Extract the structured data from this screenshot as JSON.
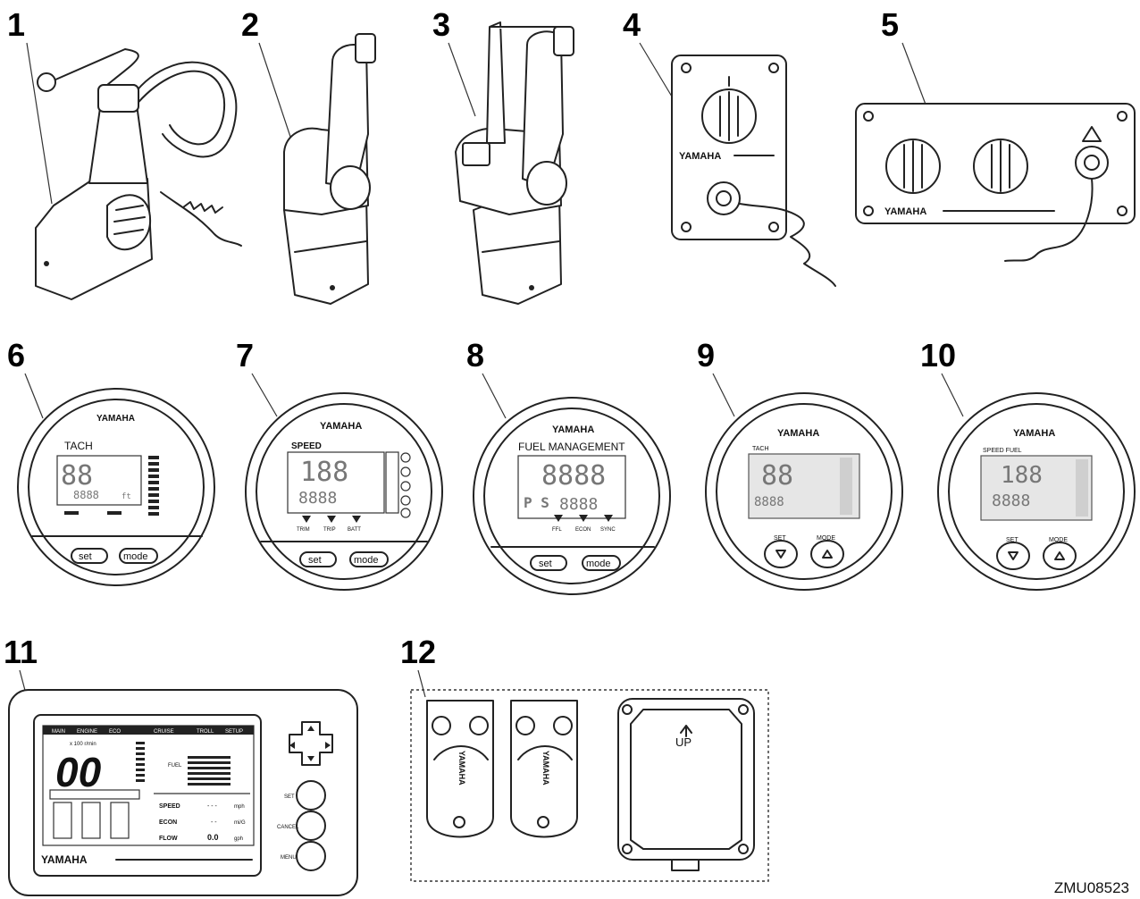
{
  "callouts": [
    "1",
    "2",
    "3",
    "4",
    "5",
    "6",
    "7",
    "8",
    "9",
    "10",
    "11",
    "12"
  ],
  "brand": "YAMAHA",
  "gauge_labels": {
    "tach": "TACH",
    "speed": "SPEED",
    "fuel_management": "FUEL MANAGEMENT",
    "speed_fuel": "SPEED FUEL",
    "set": "set",
    "mode": "mode",
    "set_caps": "SET",
    "mode_caps": "MODE",
    "ft": "ft",
    "p_s": "P S",
    "digits_2": "88",
    "digits_3": "188",
    "digits_4": "8888"
  },
  "gauge7_marks": [
    "TRIM",
    "TRIP",
    "BATT"
  ],
  "gauge8_marks": [
    "FFL",
    "ECON",
    "SYNC"
  ],
  "display11": {
    "tabs": [
      "MAIN",
      "ENGINE",
      "ECO",
      "CRUISE",
      "TROLL",
      "SETUP"
    ],
    "rpm": "x 100 r/min",
    "digits": "00",
    "fuel": "FUEL",
    "rows": [
      {
        "label": "SPEED",
        "value": "- - -",
        "unit": "mph"
      },
      {
        "label": "ECON",
        "value": "- -",
        "unit": "mi/G"
      },
      {
        "label": "FLOW",
        "value": "0.0",
        "unit": "gph"
      }
    ],
    "buttons": [
      "SET",
      "CANCEL",
      "MENU"
    ]
  },
  "up_label": "UP",
  "figure_code": "ZMU08523"
}
